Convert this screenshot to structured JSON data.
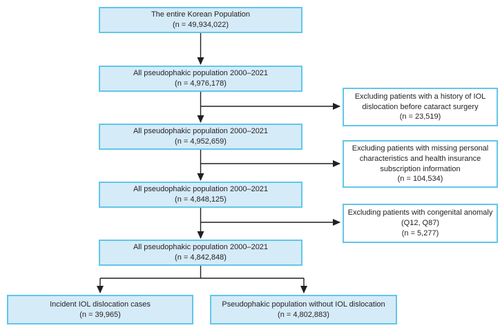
{
  "colors": {
    "background": "#ffffff",
    "box_fill": "#d6ebf8",
    "box_border": "#62c6ea",
    "exclusion_fill": "#ffffff",
    "arrow": "#231f20",
    "text": "#231f20"
  },
  "main_boxes": [
    {
      "label": "The entire Korean Population",
      "n": "(n = 49,934,022)"
    },
    {
      "label": "All pseudophakic population 2000–2021",
      "n": "(n = 4,976,178)"
    },
    {
      "label": "All pseudophakic population 2000–2021",
      "n": "(n = 4,952,659)"
    },
    {
      "label": "All pseudophakic population 2000–2021",
      "n": "(n = 4,848,125)"
    },
    {
      "label": "All pseudophakic population 2000–2021",
      "n": "(n = 4,842,848)"
    }
  ],
  "exclusion_boxes": [
    {
      "label": "Excluding patients with a history of IOL dislocation before cataract surgery",
      "n": "(n = 23,519)"
    },
    {
      "label": "Excluding patients with missing personal characteristics and health insurance subscription information",
      "n": "(n = 104,534)"
    },
    {
      "label": "Excluding patients with congenital anomaly (Q12, Q87)",
      "n": "(n = 5,277)"
    }
  ],
  "outcome_boxes": [
    {
      "label": "Incident IOL dislocation cases",
      "n": "(n = 39,965)"
    },
    {
      "label": "Pseudophakic population without IOL dislocation",
      "n": "(n = 4,802,883)"
    }
  ]
}
